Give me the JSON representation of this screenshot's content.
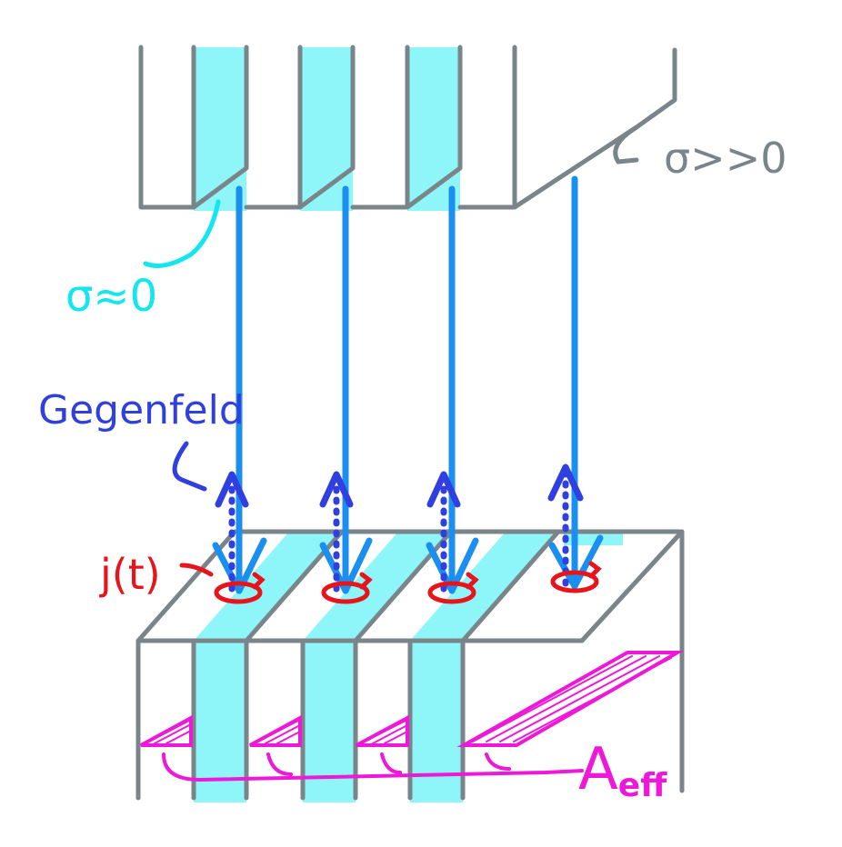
{
  "labels": {
    "sigma_large": "σ>>0",
    "sigma_zero": "σ≈0",
    "counter_field": "Gegenfeld",
    "current": "j(t)",
    "area_main": "A",
    "area_sub": "eff"
  },
  "colors": {
    "structure": "#7a8589",
    "cyan_fill": "#8ef5f8",
    "cyan_text": "#12e6ee",
    "field_arrow": "#1a8ff0",
    "counter_arrow": "#2f3fe0",
    "current_loop": "#e8141b",
    "area_marker": "#ee19d8"
  }
}
